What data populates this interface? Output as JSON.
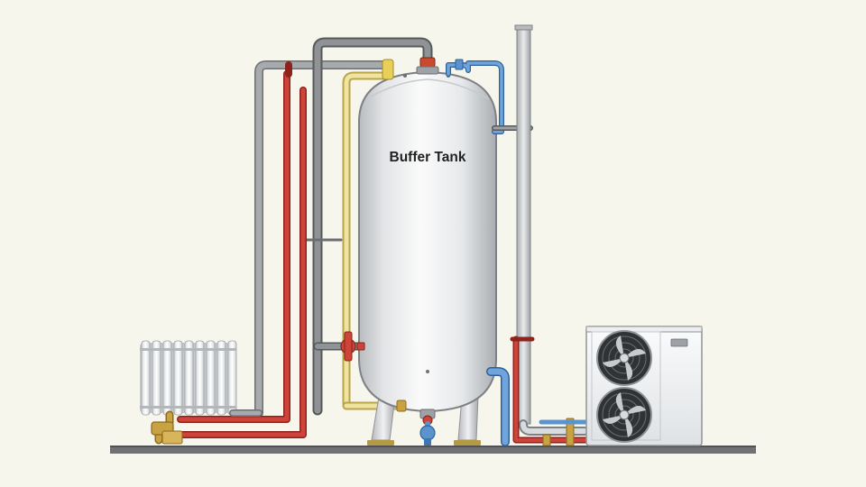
{
  "diagram": {
    "tank_label": "Buffer Tank",
    "components": {
      "buffer_tank": "buffer-tank",
      "radiator": "radiator",
      "heat_pump": "outdoor-heat-pump-unit",
      "pipes": [
        "grey-pipe",
        "red-flow-pipe",
        "yellow-pipe",
        "blue-pipe",
        "vent-stack"
      ]
    },
    "colors": {
      "background": "#f7f6ec",
      "red_pipe": "#c8372e",
      "yellow_pipe": "#e8d98a",
      "blue_pipe": "#5b93cf",
      "grey_pipe": "#8f9396",
      "tank_body": "#eef0f2"
    }
  }
}
